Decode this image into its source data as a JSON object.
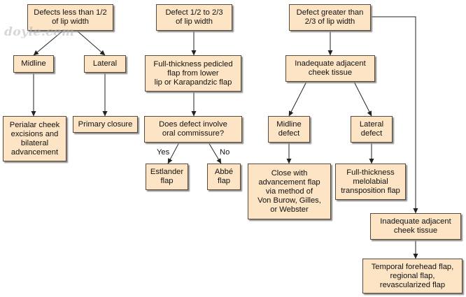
{
  "watermark": "doyle.com",
  "boxes": {
    "defect_less": "Defects less than 1/2\nof lip width",
    "defect_half": "Defect 1/2 to 2/3\nof lip width",
    "defect_greater": "Defect greater than\n2/3 of lip width",
    "midline": "Midline",
    "lateral": "Lateral",
    "full_pedicled": "Full-thickness pedicled\nflap from lower\nlip or Karapandzic flap",
    "inadequate_cheek_1": "Inadequate adjacent\ncheek tissue",
    "perialar": "Perialar cheek\nexcisions and\nbilateral\nadvancement",
    "primary_closure": "Primary closure",
    "commissure_q": "Does defect involve\noral commissure?",
    "midline_defect": "Midline\ndefect",
    "lateral_defect": "Lateral\ndefect",
    "estlander": "Estlander\nflap",
    "abbe": "Abbé\nflap",
    "close_with": "Close with\nadvancement flap\nvia method of\nVon Burow, Gilles,\nor Webster",
    "melolabial": "Full-thickness\nmelolabial\ntransposition flap",
    "inadequate_cheek_2": "Inadequate adjacent\ncheek tissue",
    "temporal": "Temporal forehead flap,\nregional flap,\nrevascularized flap"
  },
  "edge_labels": {
    "yes": "Yes",
    "no": "No"
  }
}
